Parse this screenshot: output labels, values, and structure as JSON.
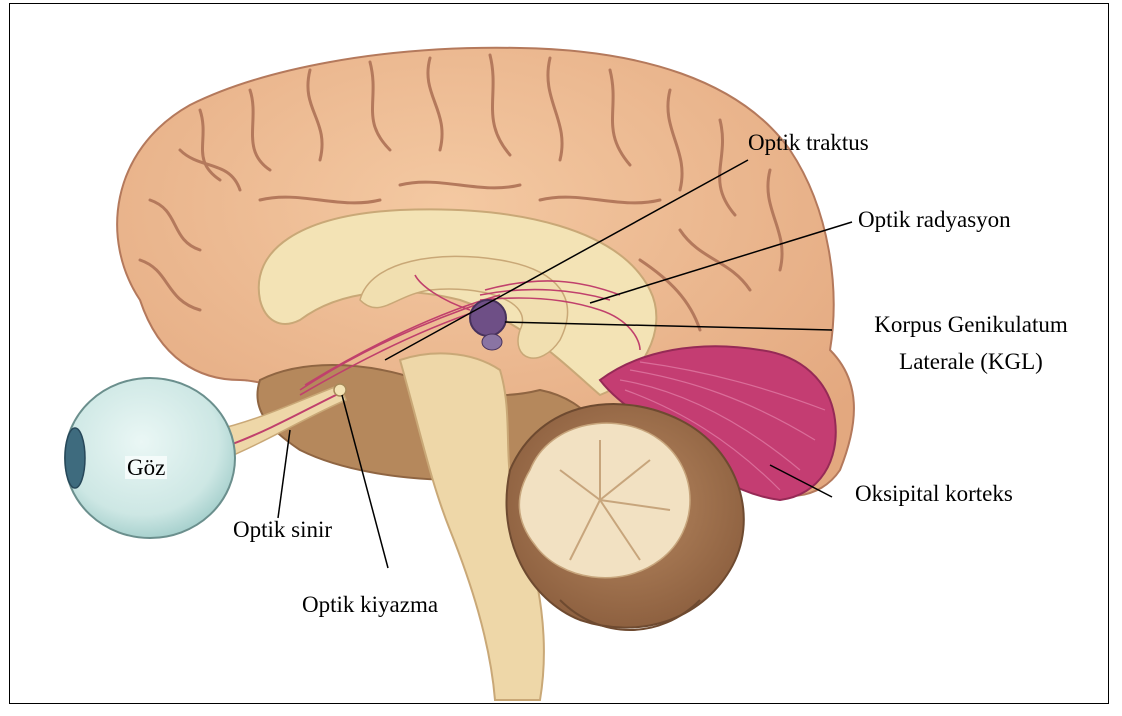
{
  "diagram": {
    "labels": {
      "optik_traktus": "Optik traktus",
      "optik_radyasyon": "Optik radyasyon",
      "kgl_line1": "Korpus Genikulatum",
      "kgl_line2": "Laterale (KGL)",
      "oksipital_korteks": "Oksipital korteks",
      "goz": "Göz",
      "optik_sinir": "Optik sinir",
      "optik_kiyazma": "Optik kiyazma"
    },
    "colors": {
      "cortex": "#eeb890",
      "cortex_fold": "#b4795c",
      "inner_white": "#f3e3b5",
      "brainstem": "#eed7a8",
      "thalamus_brown": "#b5885c",
      "cerebellum": "#a2714d",
      "arbor": "#f2e1c2",
      "occipital": "#c43d72",
      "eye": "#cfe9e6",
      "iris": "#3e6b7e",
      "lgn": "#6e4f86",
      "tract": "#c0406c"
    }
  }
}
